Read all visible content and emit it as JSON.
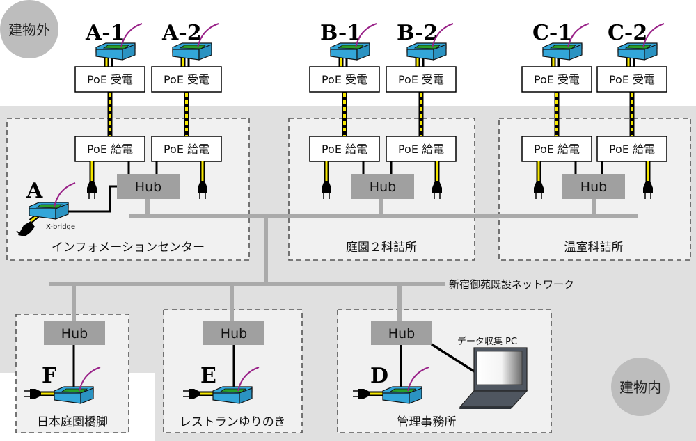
{
  "zones": {
    "outside": {
      "label": "建物外"
    },
    "inside": {
      "label": "建物内"
    }
  },
  "network": {
    "label": "新宿御苑既設ネットワーク"
  },
  "colors": {
    "outside_bg": "#ffffff",
    "inside_bg": "#e0e0e0",
    "room_bg": "#f1f1f1",
    "room_border": "#555555",
    "hub": "#a0a0a0",
    "backbone": "#aaaaaa",
    "sensor_box": "#33a6d9",
    "sensor_board": "#2aa02a",
    "antenna": "#992288",
    "poe_cable_yellow": "#f5e600",
    "bubble": "#bdbdbd"
  },
  "rooms": [
    {
      "id": "info-center",
      "label": "インフォメーションセンター",
      "hub_label": "Hub",
      "injectors": [
        {
          "label": "PoE 給電"
        },
        {
          "label": "PoE 給電"
        }
      ],
      "local_sensor": {
        "label": "A",
        "device_label": "X-bridge"
      }
    },
    {
      "id": "garden2",
      "label": "庭園２科詰所",
      "hub_label": "Hub",
      "injectors": [
        {
          "label": "PoE 給電"
        },
        {
          "label": "PoE 給電"
        }
      ]
    },
    {
      "id": "greenhouse",
      "label": "温室科詰所",
      "hub_label": "Hub",
      "injectors": [
        {
          "label": "PoE 給電"
        },
        {
          "label": "PoE 給電"
        }
      ]
    },
    {
      "id": "bridge",
      "label": "日本庭園橋脚",
      "hub_label": "Hub",
      "local_sensor": {
        "label": "F"
      }
    },
    {
      "id": "restaurant",
      "label": "レストランゆりのき",
      "hub_label": "Hub",
      "local_sensor": {
        "label": "E"
      }
    },
    {
      "id": "office",
      "label": "管理事務所",
      "hub_label": "Hub",
      "local_sensor": {
        "label": "D"
      },
      "pc_label": "データ収集 PC"
    }
  ],
  "outdoor_nodes": [
    {
      "label": "A-1",
      "splitter": "PoE 受電"
    },
    {
      "label": "A-2",
      "splitter": "PoE 受電"
    },
    {
      "label": "B-1",
      "splitter": "PoE 受電"
    },
    {
      "label": "B-2",
      "splitter": "PoE 受電"
    },
    {
      "label": "C-1",
      "splitter": "PoE 受電"
    },
    {
      "label": "C-2",
      "splitter": "PoE 受電"
    }
  ]
}
